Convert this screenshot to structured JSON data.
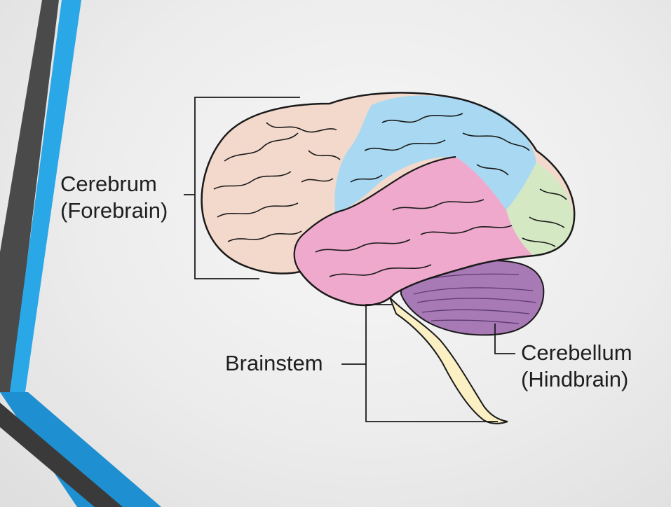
{
  "labels": {
    "cerebrum": {
      "line1": "Cerebrum",
      "line2": "(Forebrain)"
    },
    "brainstem": {
      "line1": "Brainstem"
    },
    "cerebellum": {
      "line1": "Cerebellum",
      "line2": "(Hindbrain)"
    }
  },
  "colors": {
    "background": "#ececec",
    "accent_blue": "#2aa7e6",
    "accent_dark": "#4a4a4a",
    "frontal_region": "#f3d9cb",
    "parietal_region": "#a9d9f2",
    "temporal_region": "#efa9cc",
    "occipital_region": "#d4e8c4",
    "cerebellum_region": "#a779b5",
    "brainstem_region": "#fbefc4",
    "outline": "#1a1a1a"
  }
}
